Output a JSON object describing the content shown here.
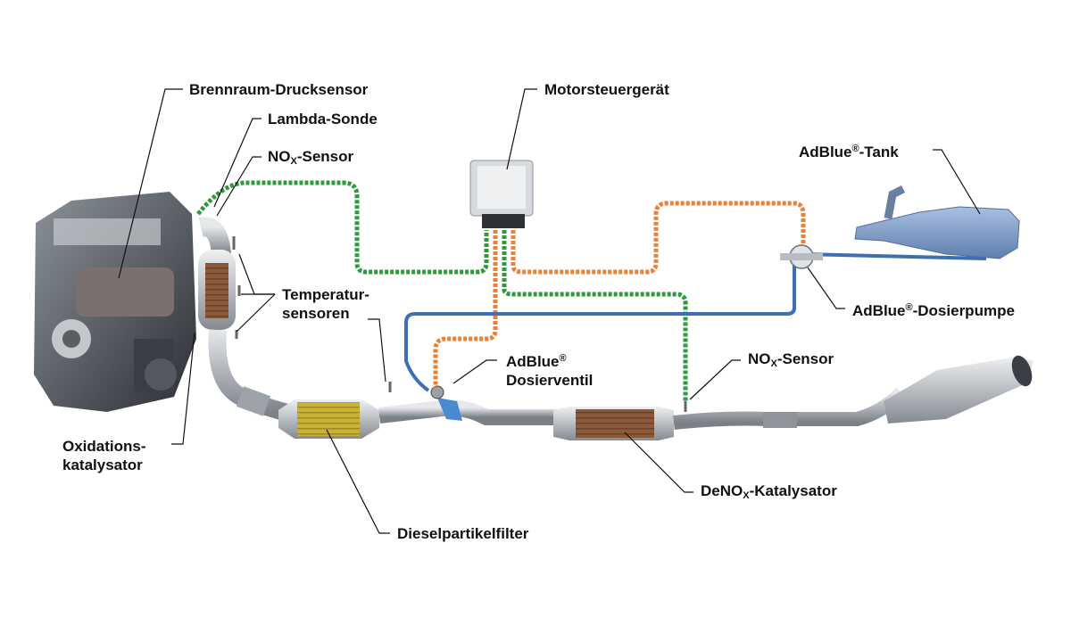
{
  "labels": {
    "brennraum": "Brennraum-Drucksensor",
    "lambda": "Lambda-Sonde",
    "nox_pre": "NO",
    "nox_sub": "X",
    "nox_suffix": "-Sensor",
    "temp_line1": "Temperatur-",
    "temp_line2": "sensoren",
    "oxi_line1": "Oxidations-",
    "oxi_line2": "katalysator",
    "motor": "Motorsteuergerät",
    "adblue_word": "AdBlue",
    "reg": "®",
    "tank_suffix": "-Tank",
    "pumpe_suffix": "-Dosierpumpe",
    "ventil_line2": "Dosierventil",
    "nox2_pre": "NO",
    "nox2_sub": "X",
    "nox2_suffix": "-Sensor",
    "denox_pre": "DeNO",
    "denox_sub": "X",
    "denox_suffix": "-Katalysator",
    "dpf": "Dieselpartikelfilter"
  },
  "colors": {
    "signal_green": "#2e9a3a",
    "signal_orange": "#e8823a",
    "adblue_line": "#3d6fb3",
    "pipe": "#a9adb3",
    "dpf_core": "#c9b237",
    "denox_core": "#8a5a3b",
    "oxi_core": "#8a5a3b",
    "tank": "#7d9cc9"
  },
  "icons": [
    "engine-icon",
    "ecu-icon",
    "adblue-tank-icon",
    "dosing-pump-icon",
    "dosing-valve-icon",
    "exhaust-pipe-icon",
    "muffler-icon"
  ]
}
